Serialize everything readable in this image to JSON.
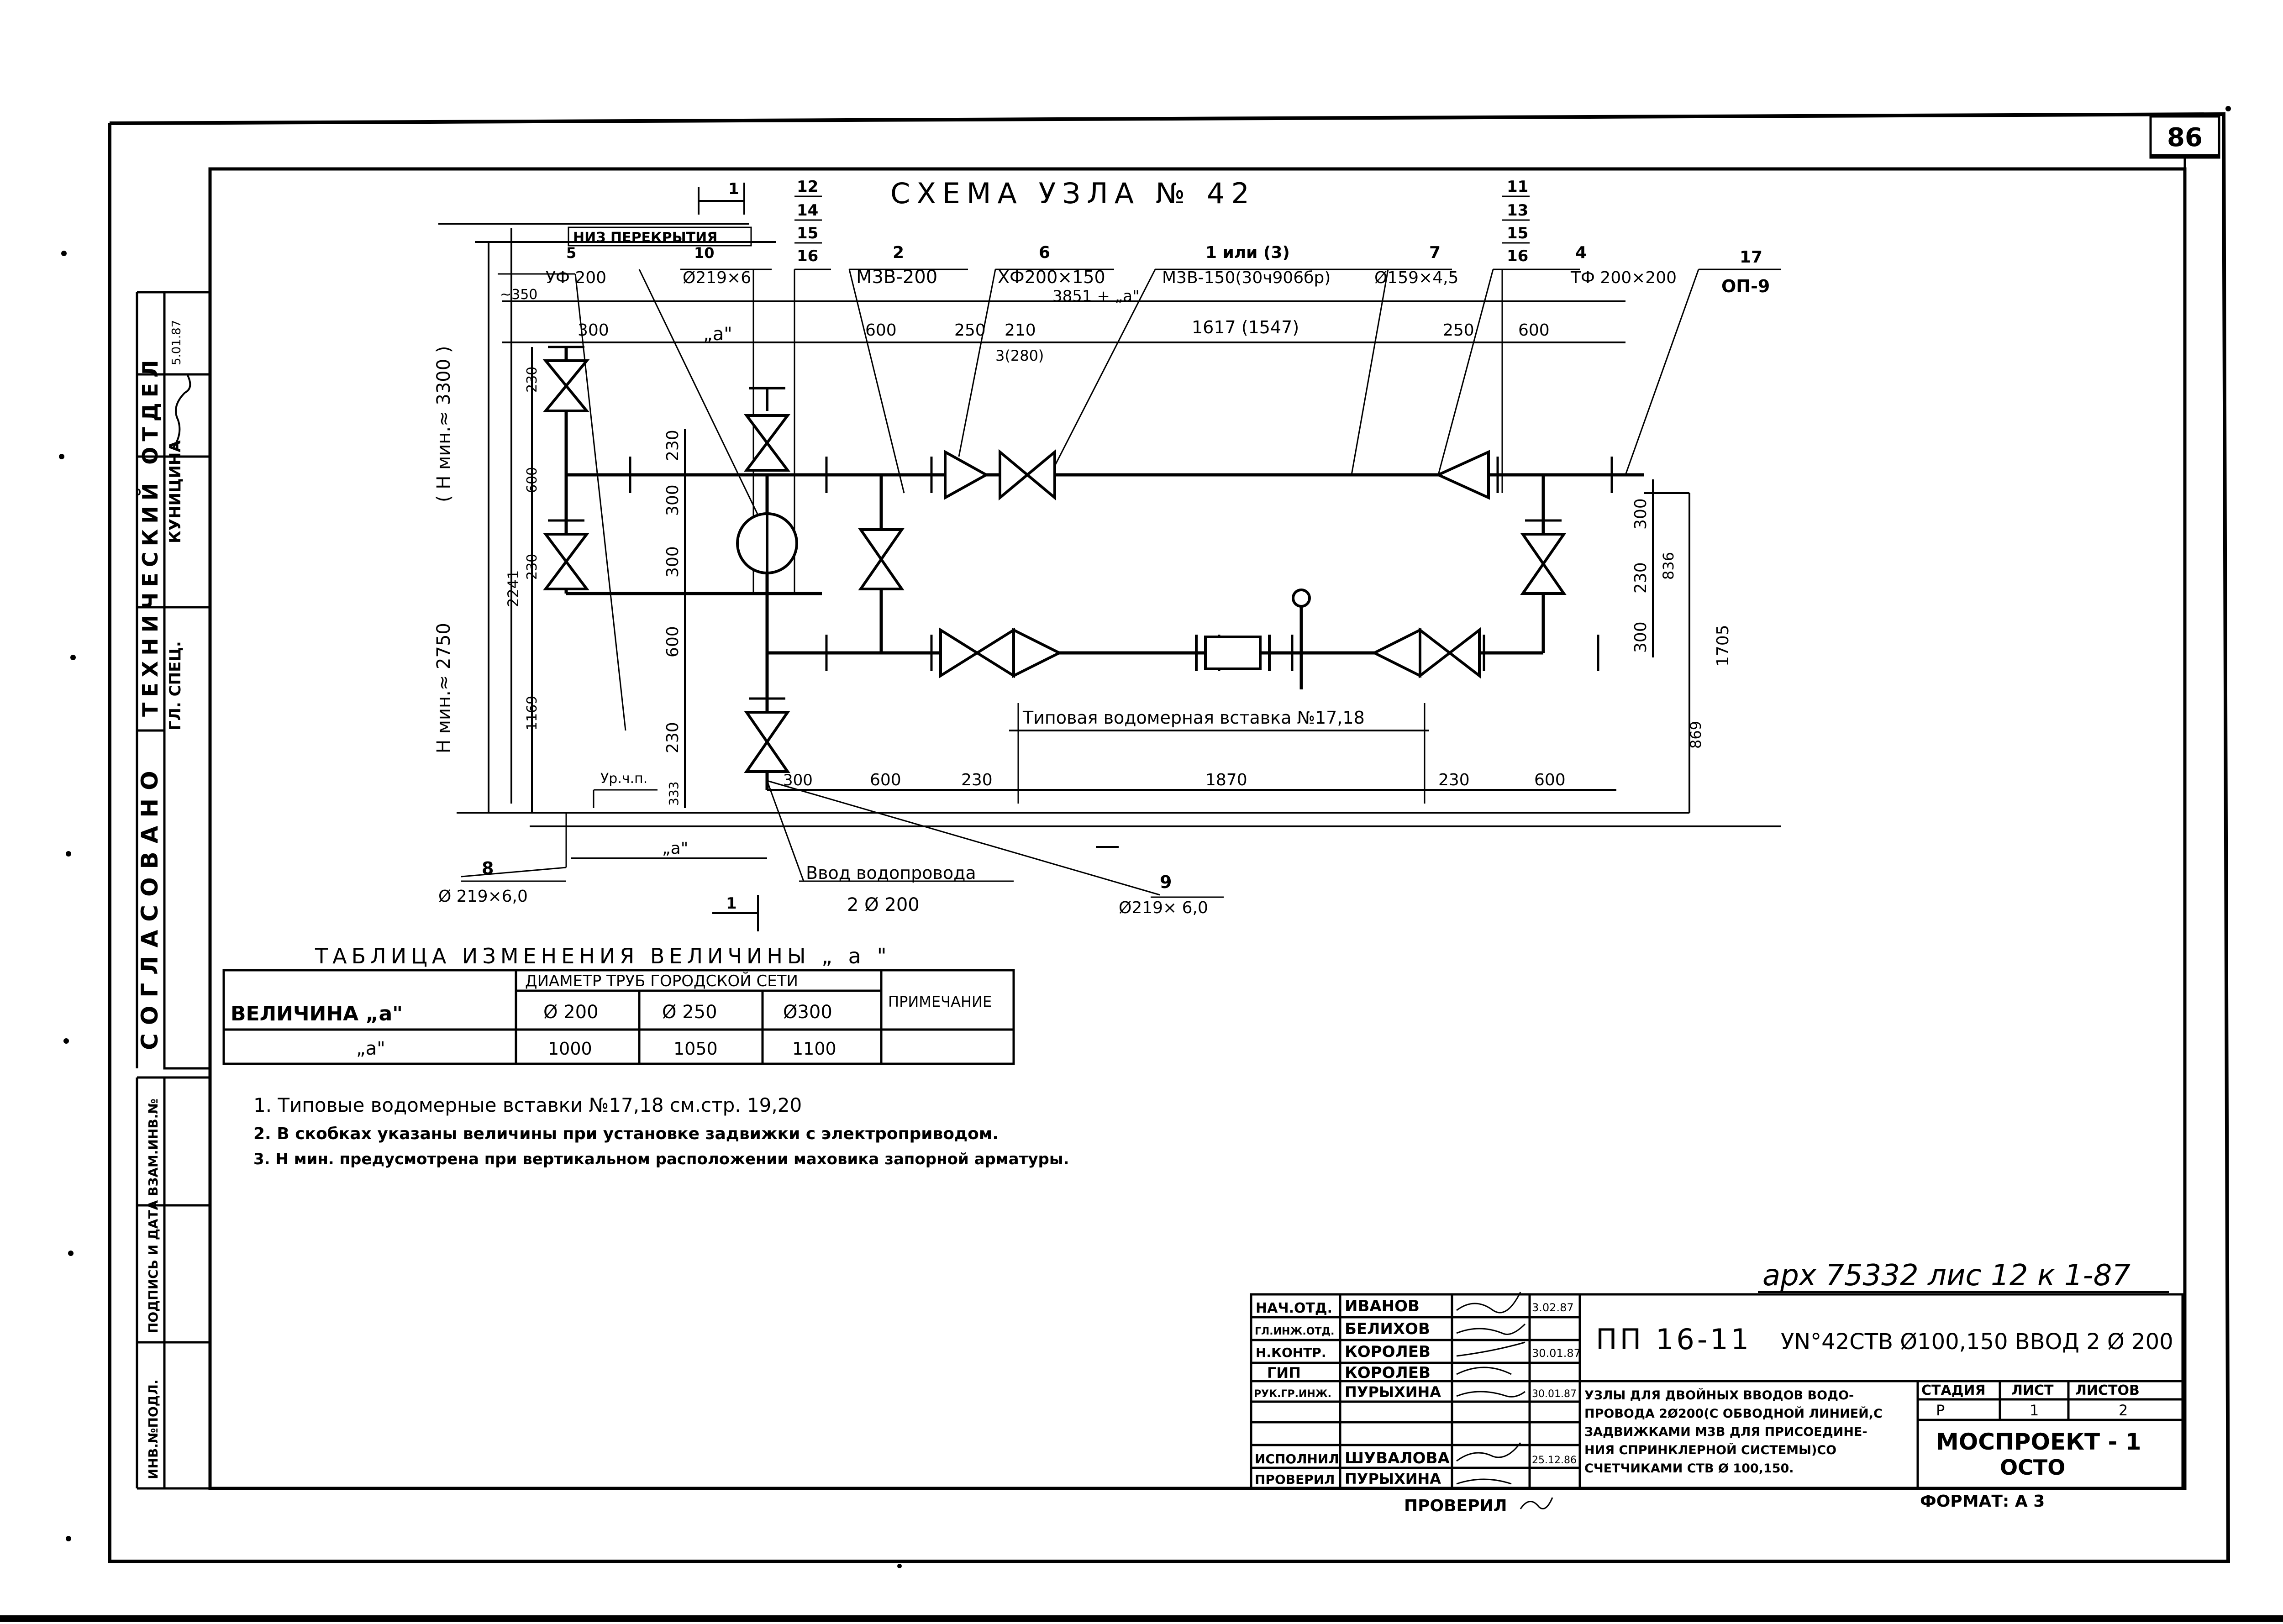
{
  "sheet_number": "86",
  "diagram": {
    "title": "СХЕМА УЗЛА № 42",
    "section_mark": "1",
    "floor_label": "НИЗ ПЕРЕКРЫТИЯ",
    "street_level_label": "Ур.ч.п.",
    "callouts": [
      {
        "num": "5",
        "spec": "УФ 200"
      },
      {
        "num": "10",
        "spec": "Ø219×6"
      },
      {
        "num": "12 / 14 / 15 / 16",
        "spec": ""
      },
      {
        "num": "2",
        "spec": "М3В-200"
      },
      {
        "num": "6",
        "spec": "ХФ200×150"
      },
      {
        "num": "1 или (3)",
        "spec": "М3В-150(30ч906бр)"
      },
      {
        "num": "7",
        "spec": "Ø159×4,5"
      },
      {
        "num": "11 / 13 / 15 / 16",
        "spec": ""
      },
      {
        "num": "4",
        "spec": "ТФ 200×200"
      },
      {
        "num": "17",
        "spec": "ОП-9"
      },
      {
        "num": "8",
        "spec": "Ø 219×6,0"
      },
      {
        "num": "9",
        "spec": "Ø219× 6,0"
      }
    ],
    "dims_top": [
      "~350",
      "300",
      "„a\"",
      "600",
      "250",
      "210",
      "1617  (1547)",
      "250",
      "600",
      "3851 + „a\""
    ],
    "dims_top_extra": "3(280)",
    "dims_bottom": [
      "300",
      "600",
      "230",
      "1870",
      "230",
      "600"
    ],
    "dims_left_col": [
      "230",
      "600",
      "230",
      "2241",
      "1169"
    ],
    "dims_mid_col": [
      "230",
      "300",
      "300",
      "600",
      "230",
      "333"
    ],
    "dims_right_col": [
      "300",
      "230",
      "300",
      "836",
      "1705",
      "869"
    ],
    "height_min_top": "( Н мин.≈ 3300 )",
    "height_min_bottom": "Н мин.≈ 2750",
    "meter_insert_label": "Типовая водомерная вставка №17,18",
    "a_dim": "„a\"",
    "inlet_label": "Ввод водопровода",
    "inlet_spec": "2 Ø 200"
  },
  "change_table": {
    "caption": "ТАБЛИЦА ИЗМЕНЕНИЯ ВЕЛИЧИНЫ „ a \"",
    "row_header": "ВЕЛИЧИНА „a\"",
    "group_header": "ДИАМЕТР ТРУБ ГОРОДСКОЙ СЕТИ",
    "note_header": "ПРИМЕЧАНИЕ",
    "diameters": [
      "Ø 200",
      "Ø 250",
      "Ø300"
    ],
    "row_label": "„a\"",
    "values": [
      "1000",
      "1050",
      "1100"
    ],
    "note_value": ""
  },
  "notes": [
    "1. Типовые водомерные вставки №17,18 см.стр. 19,20",
    "2. В скобках указаны величины при установке задвижки с электроприводом.",
    "3. Н мин. предусмотрена при вертикальном расположении маховика запорной арматуры."
  ],
  "left_strip": {
    "agreed": "СОГЛАСОВАНО",
    "dept": "ТЕХНИЧЕСКИЙ ОТДЕЛ",
    "role": "ГЛ. СПЕЦ.",
    "name": "КУНИЦИНА",
    "date": "5.01.87",
    "inv_exch": "ВЗАМ.ИНВ.№",
    "sign_date": "ПОДПИСЬ И ДАТА",
    "inv_orig": "ИНВ.№ПОДЛ."
  },
  "handwritten_archive": "арх 75332 лис 12 к 1-87",
  "title_block": {
    "rows": [
      {
        "role": "НАЧ.ОТД.",
        "name": "ИВАНОВ",
        "date": "3.02.87"
      },
      {
        "role": "ГЛ.ИНЖ.ОТД.",
        "name": "БЕЛИХОВ",
        "date": ""
      },
      {
        "role": "Н.КОНТР.",
        "name": "КОРОЛЕВ",
        "date": "30.01.87"
      },
      {
        "role": "ГИП",
        "name": "КОРОЛЕВ",
        "date": ""
      },
      {
        "role": "РУК.ГР.ИНЖ.",
        "name": "ПУРЫХИНА",
        "date": "30.01.87"
      },
      {
        "role": "",
        "name": "",
        "date": ""
      },
      {
        "role": "ИСПОЛНИЛ",
        "name": "ШУВАЛОВА",
        "date": "25.12.86"
      },
      {
        "role": "ПРОВЕРИЛ",
        "name": "ПУРЫХИНА",
        "date": ""
      }
    ],
    "doc_code": "ПП 16-11",
    "node_desc": "УN°42СТВ Ø100,150 ВВОД 2 Ø 200",
    "description": "УЗЛЫ ДЛЯ ДВОЙНЫХ ВВОДОВ ВОДОПРОВОДА 2Ø200(С ОБВОДНОЙ ЛИНИЕЙ,С ЗАДВИЖКАМИ М3В ДЛЯ ПРИСОЕДИНЕНИЯ СПРИНКЛЕРНОЙ СИСТЕМЫ)СО СЧЕТЧИКАМИ СТВ Ø 100,150.",
    "stage_h": "СТАДИЯ",
    "sheet_h": "ЛИСТ",
    "sheets_h": "ЛИСТОВ",
    "stage": "Р",
    "sheet": "1",
    "sheets": "2",
    "org1": "МОСПРОЕКТ - 1",
    "org2": "ОСТО"
  },
  "checked": "ПРОВЕРИЛ",
  "format": "ФОРМАТ: А 3"
}
